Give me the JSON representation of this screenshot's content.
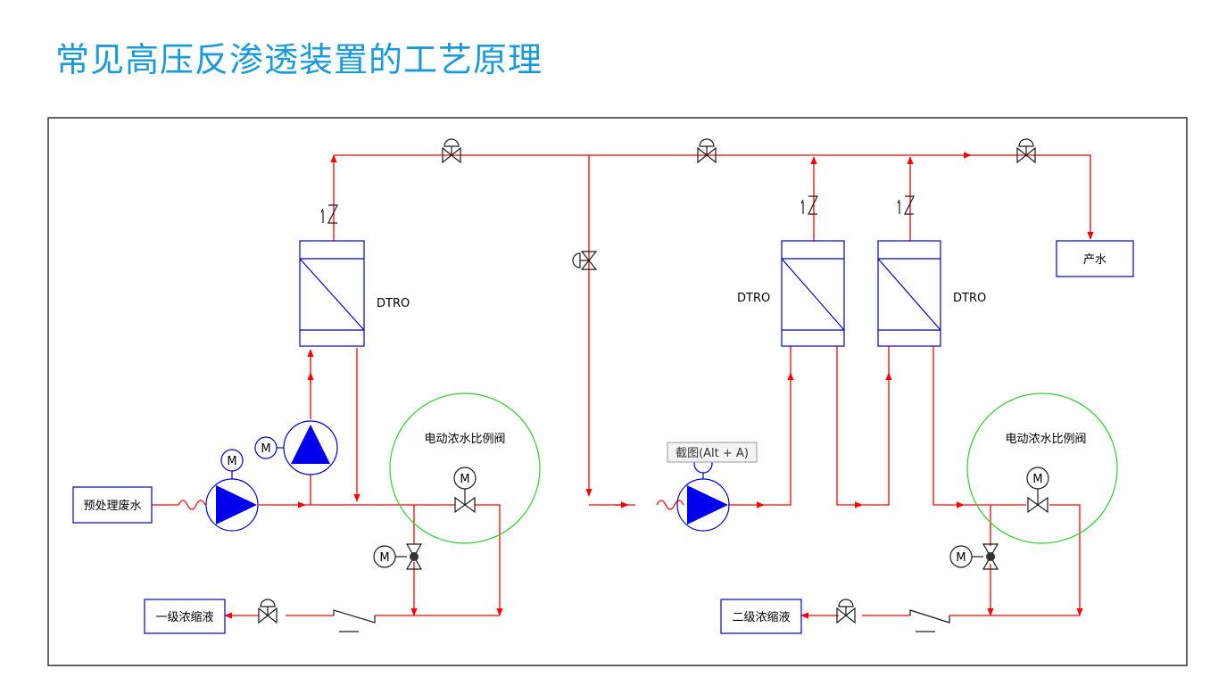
{
  "title": "常见高压反渗透装置的工艺原理",
  "units": {
    "membrane_1": "DTRO",
    "membrane_2": "DTRO",
    "membrane_3": "DTRO"
  },
  "boxes": {
    "feed": "预处理废水",
    "concentrate_1": "一级浓缩液",
    "concentrate_2": "二级浓缩液",
    "product": "产水"
  },
  "valve_groups": {
    "group_1": "电动浓水比例阀",
    "group_2": "电动浓水比例阀"
  },
  "motor_symbol": "M",
  "tooltip": "截图(Alt + A)",
  "colors": {
    "title": "#1a9ad8",
    "pipe": "#ff0000",
    "equipment": "#0000cc",
    "valve_circle": "#33cc33",
    "pump_fill": "#0000ee"
  }
}
